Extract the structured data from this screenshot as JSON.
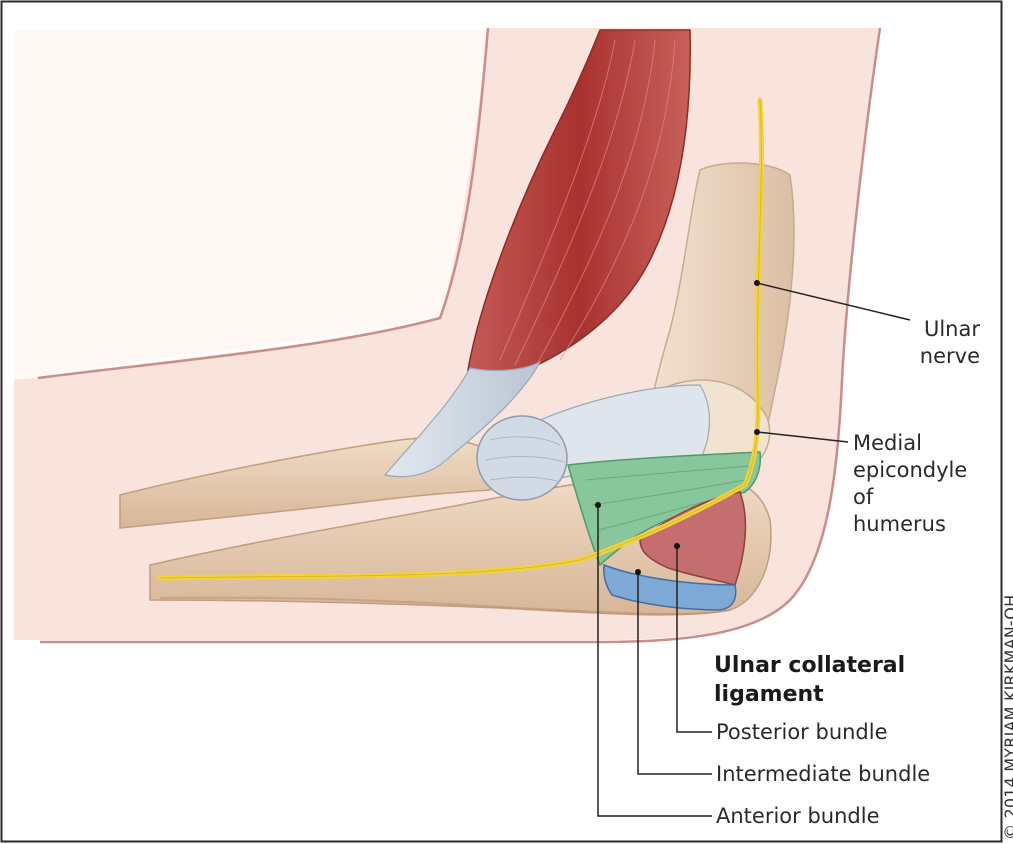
{
  "labels": {
    "ulnar_nerve": [
      "Ulnar",
      "nerve"
    ],
    "medial_epicondyle": [
      "Medial",
      "epicondyle",
      "of",
      "humerus"
    ],
    "ucl_title": [
      "Ulnar collateral",
      "ligament"
    ],
    "posterior": "Posterior bundle",
    "intermediate": "Intermediate bundle",
    "anterior": "Anterior bundle"
  },
  "copyright": "© 2014 MYRIAM KIRKMAN-OH",
  "colors": {
    "skin": "#f8e2dc",
    "skin_outline": "#c88f8a",
    "bone": "#ead3bd",
    "bone_shade": "#d9b89c",
    "muscle": "#b5423f",
    "tendon": "#cdd7e2",
    "anterior_bundle": "#86c699",
    "intermediate_bundle": "#7ba6d4",
    "posterior_muscle": "#c26d6f",
    "nerve": "#f0d23a",
    "leader": "#222222"
  }
}
